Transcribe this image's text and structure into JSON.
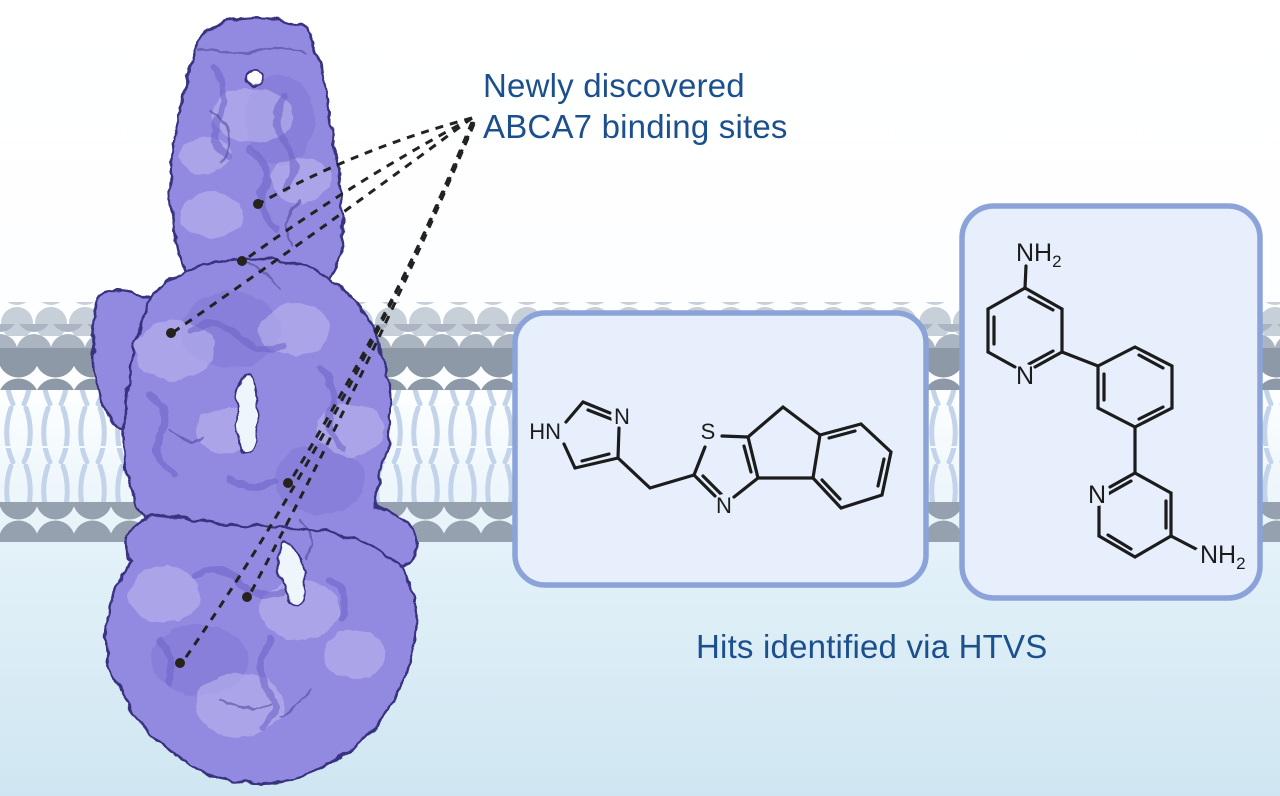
{
  "figure": {
    "captions": {
      "binding_sites_line1": "Newly discovered",
      "binding_sites_line2": "ABCA7 binding sites",
      "hits": "Hits identified via HTVS"
    },
    "binding_sites": {
      "count": 6
    }
  },
  "molecule1": {
    "atom_labels": {
      "hn_imidazole": {
        "main": "HN",
        "sub": ""
      },
      "n_imidazole": {
        "main": "N",
        "sub": ""
      },
      "s_thiazole": {
        "main": "S",
        "sub": ""
      },
      "n_thiazole": {
        "main": "N",
        "sub": ""
      }
    }
  },
  "molecule2": {
    "atom_labels": {
      "nh2_top": {
        "main": "NH",
        "sub": "2"
      },
      "n_top": {
        "main": "N",
        "sub": ""
      },
      "n_bottom": {
        "main": "N",
        "sub": ""
      },
      "nh2_bottom": {
        "main": "NH",
        "sub": "2"
      }
    }
  },
  "colors": {
    "caption_text": "#1c4f8e",
    "box_border": "#8ba3d8",
    "box_fill": "#e6effb",
    "bond": "#1c1c1c",
    "annotation_line": "#222222",
    "protein_body": "#918ae0",
    "protein_outline": "#39327f",
    "protein_highlight": "#c1bbf1",
    "membrane_head_back": "#c7cfd8",
    "membrane_head_mid": "#aab5c1",
    "membrane_head_front": "#8d99a7",
    "membrane_head_bottom": "#95a1ae",
    "membrane_tail": "#c3d3e9",
    "background_top": "#ffffff",
    "background_bottom": "#cfe6f2"
  }
}
